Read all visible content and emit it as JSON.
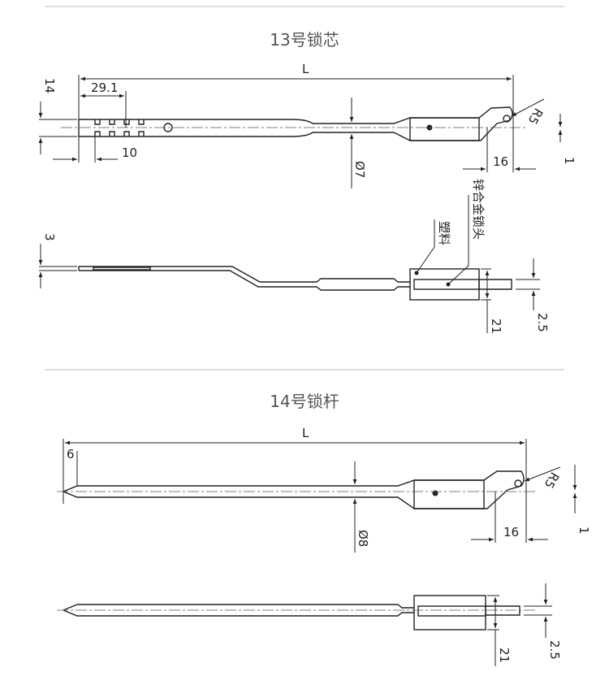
{
  "sections": [
    {
      "title": "13号锁芯",
      "dims": {
        "length": "L",
        "height": "14",
        "slot_start": "29.1",
        "slot_pitch": "10",
        "diameter": "Ø7",
        "radius": "R5",
        "pin_offset": "16",
        "offset": "1",
        "thickness": "3",
        "head_height": "21",
        "tip_thickness": "2.5"
      },
      "labels": {
        "zinc_head": "锌合金锁头",
        "plastic": "塑料"
      }
    },
    {
      "title": "14号锁杆",
      "dims": {
        "length": "L",
        "tip_length": "6",
        "diameter": "Ø8",
        "radius": "R5",
        "pin_offset": "16",
        "offset": "1",
        "head_height": "21",
        "tip_thickness": "2.5"
      }
    }
  ]
}
